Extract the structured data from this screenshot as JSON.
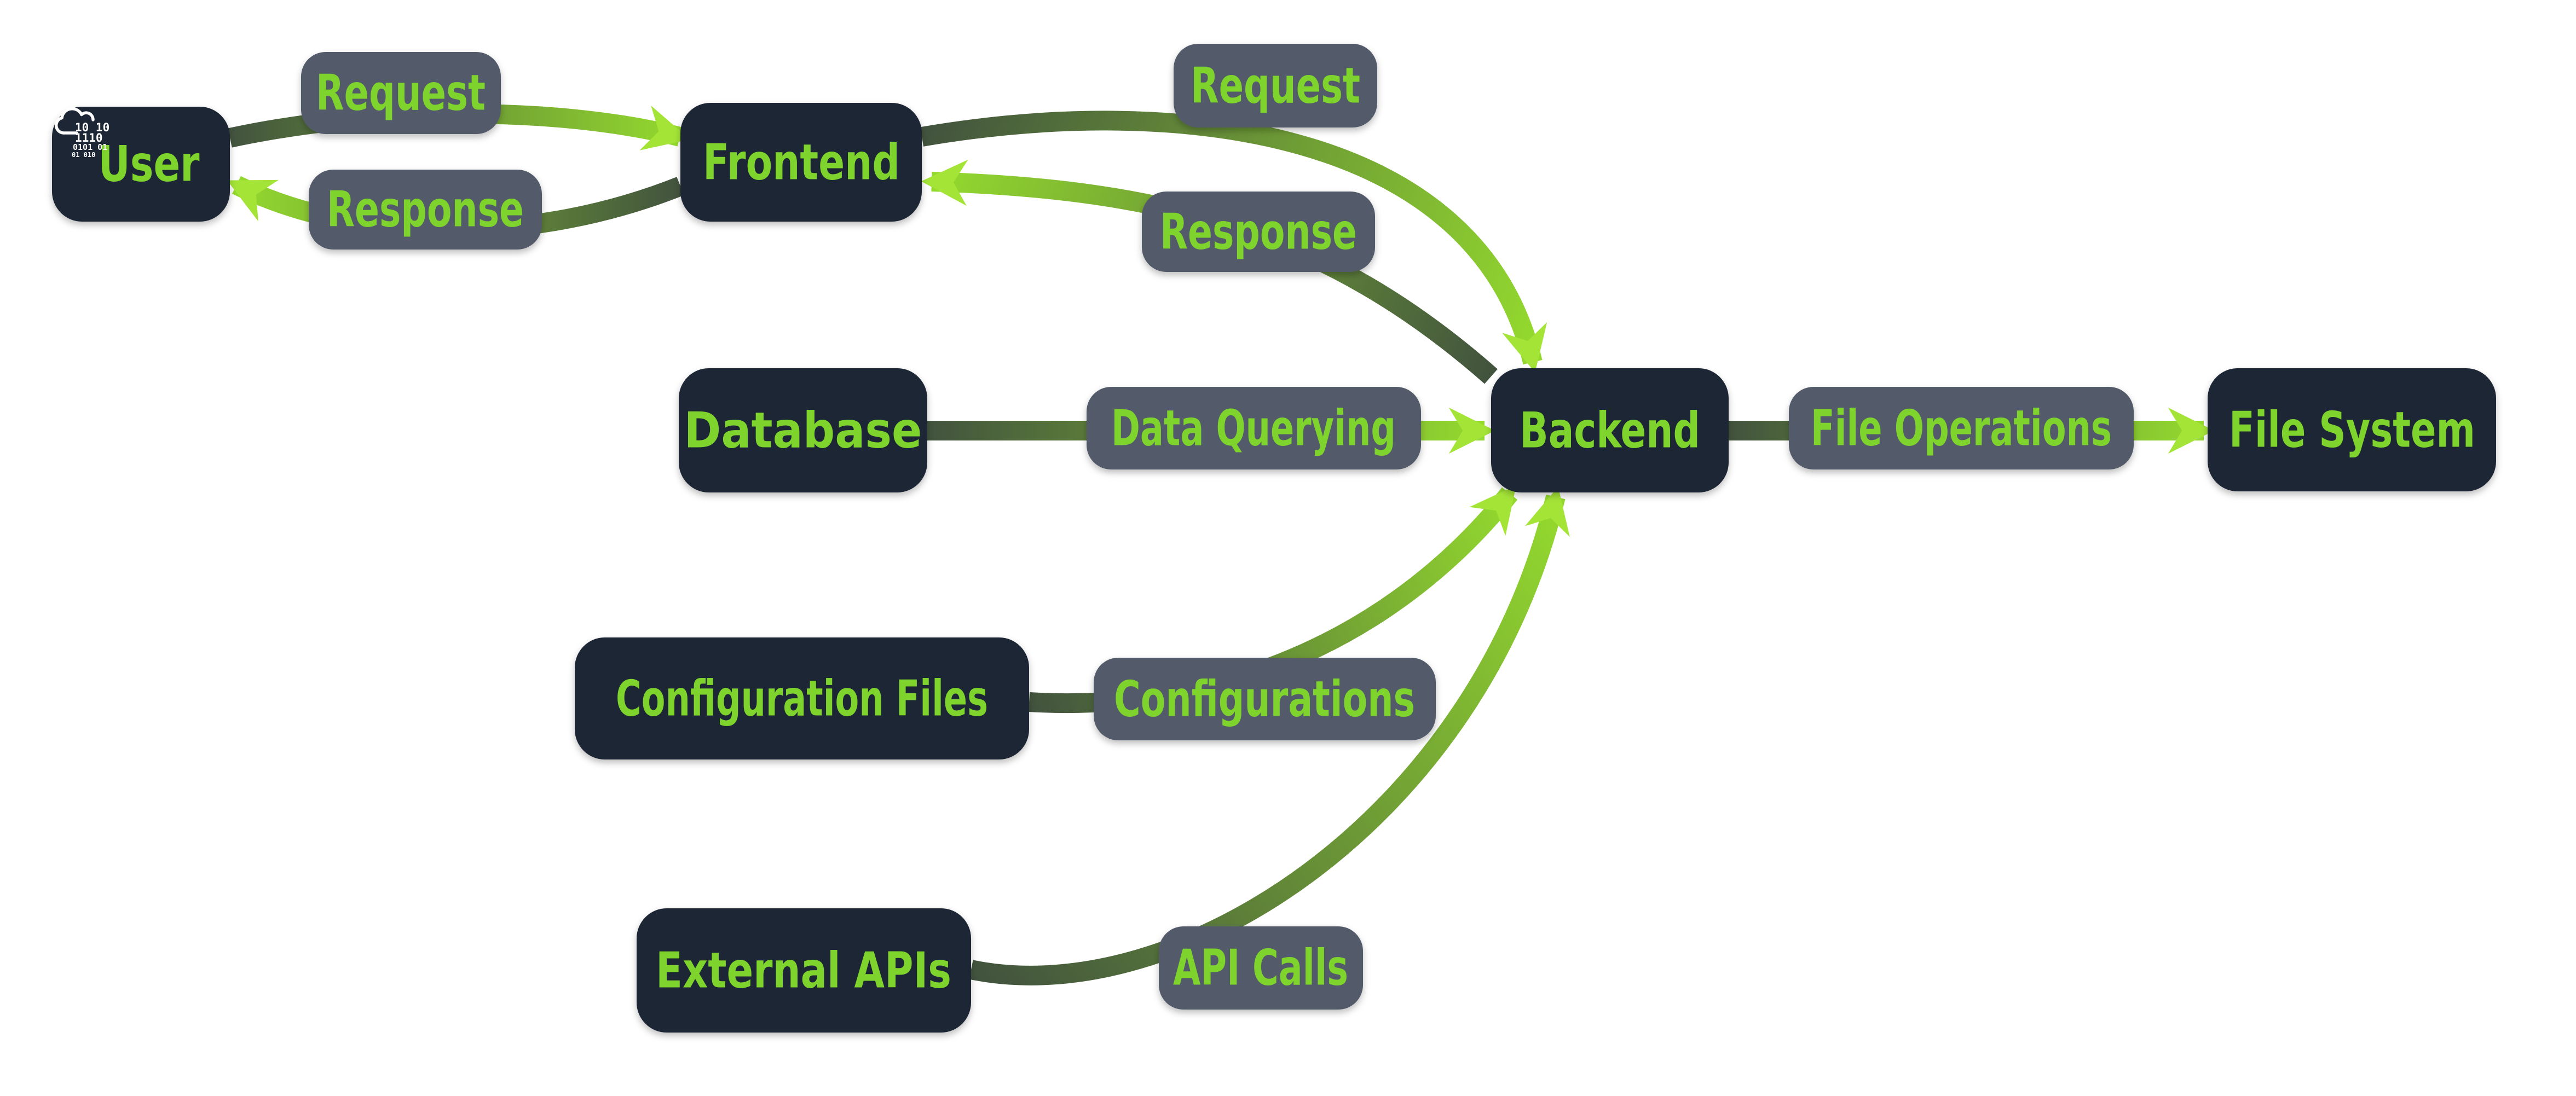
{
  "diagram": {
    "type": "flowchart",
    "nodes": {
      "user": {
        "label": "User"
      },
      "frontend": {
        "label": "Frontend"
      },
      "backend": {
        "label": "Backend"
      },
      "database": {
        "label": "Database"
      },
      "file_system": {
        "label": "File System"
      },
      "config_files": {
        "label": "Configuration Files"
      },
      "external_apis": {
        "label": "External APIs"
      }
    },
    "edges": [
      {
        "from": "User",
        "to": "Frontend",
        "label": "Request"
      },
      {
        "from": "Frontend",
        "to": "User",
        "label": "Response"
      },
      {
        "from": "Frontend",
        "to": "Backend",
        "label": "Request"
      },
      {
        "from": "Backend",
        "to": "Frontend",
        "label": "Response"
      },
      {
        "from": "Database",
        "to": "Backend",
        "label": "Data Querying"
      },
      {
        "from": "Backend",
        "to": "File System",
        "label": "File Operations"
      },
      {
        "from": "Configuration Files",
        "to": "Backend",
        "label": "Configurations"
      },
      {
        "from": "External APIs",
        "to": "Backend",
        "label": "API Calls"
      }
    ],
    "icons": {
      "user_cloud": "cloud-binary-icon"
    },
    "cloud_binary": [
      "10 10",
      "1110",
      "0101 01",
      "01 010"
    ],
    "colors": {
      "background": "#ffffff",
      "node_fill": "#1c2534",
      "node_text": "#7ed32d",
      "label_fill": "#525a69",
      "label_text": "#7ed32d",
      "edge_start": "#42533e",
      "edge_end": "#94da2e",
      "arrowhead": "#a4e437",
      "icon": "#ffffff"
    }
  }
}
